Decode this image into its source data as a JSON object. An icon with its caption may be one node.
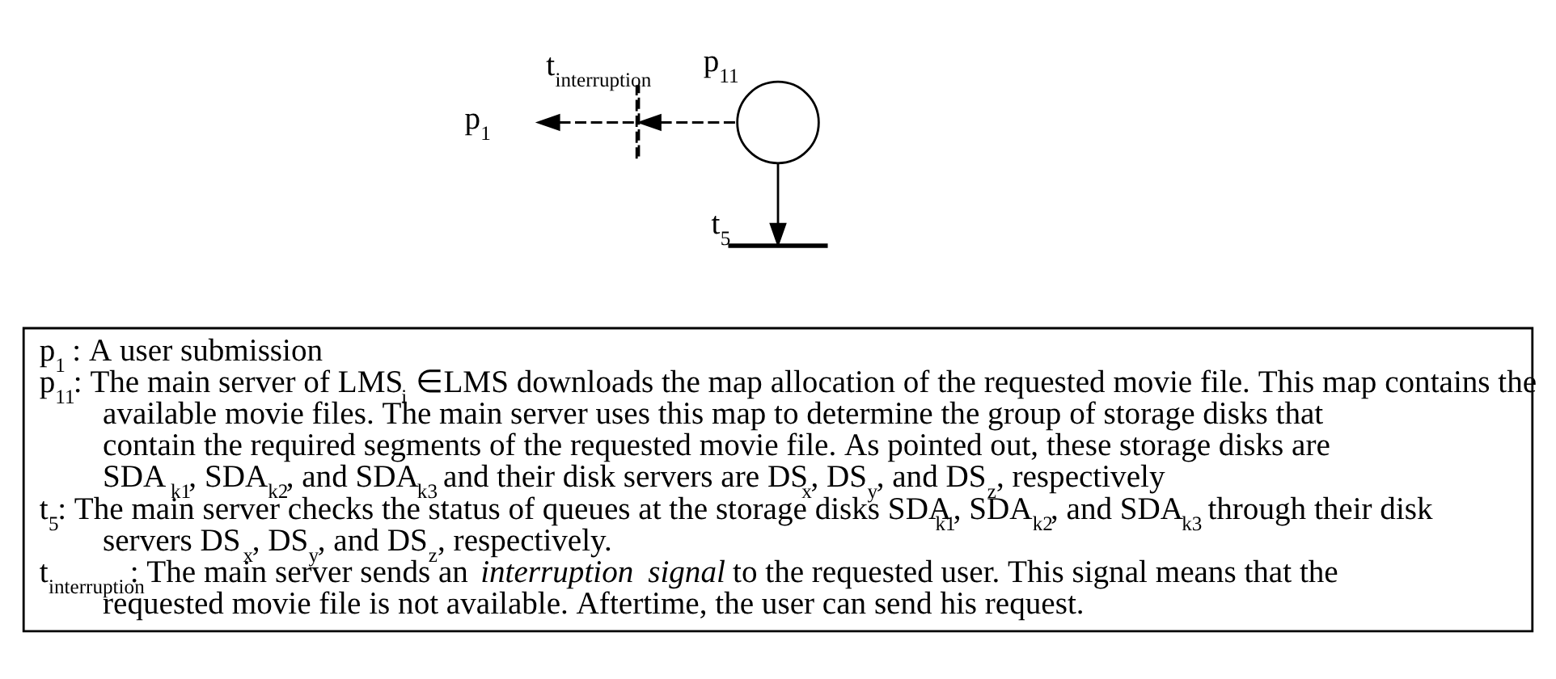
{
  "diagram": {
    "nodes": [
      {
        "text": [
          "p$_{11}$"
        ]
      },
      {
        "text": [
          "t$_{interruption}$"
        ]
      },
      {
        "text": [
          "p$_{1}$"
        ]
      },
      {
        "text": [
          "t$_{5}$"
        ]
      },
      {
        "text": [
          "p$_{1}$ : A user submission",
          "p$_{11}$: The main server of LMS$_{i}$ ∈LMS downloads the map allocation of the requested movie file. This map contains the available movie files. The main server uses this map to determine the group of storage disks that contain the required segments of the requested movie file. As pointed out, these storage disks are SDA$_{k1}$, SDA$_{k2}$, and SDA$_{k3}$ and their disk servers are DS$_{x}$, DS$_{y}$, and DS$_{z}$, respectively",
          "t$_{5}$: The main server checks the status of queues at the storage disks SDA$_{k1}$, SDA$_{k2}$, and SDA$_{k3}$ through their disk servers DS$_{x}$, DS$_{y}$, and DS$_{z}$, respectively.",
          "t$_{interruption}$: The main server sends an *interruption signal* to the requested user. This signal means that the requested movie file is not available. Aftertime, the user can send his request."
        ]
      }
    ],
    "edges": [
      {
        "from": 0,
        "to": 1,
        "arrow": "to",
        "style": "dashed"
      },
      {
        "from": 1,
        "to": 2,
        "arrow": "to",
        "style": "dashed"
      },
      {
        "from": 0,
        "to": 3,
        "arrow": "to"
      }
    ]
  }
}
